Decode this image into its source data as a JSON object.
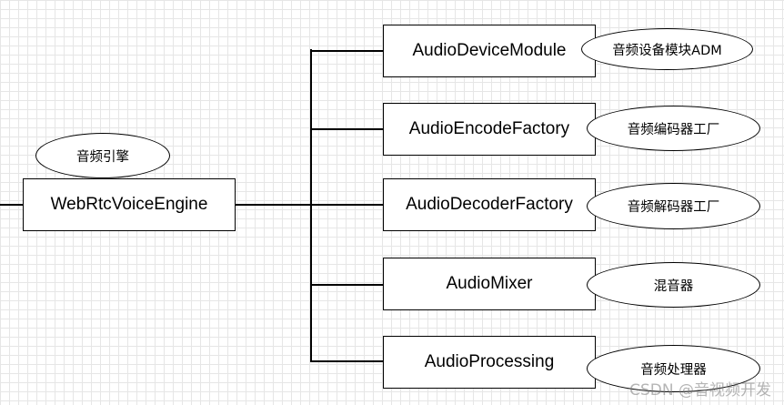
{
  "root": {
    "label": "WebRtcVoiceEngine",
    "annotation": "音频引擎"
  },
  "modules": [
    {
      "label": "AudioDeviceModule",
      "annotation": "音频设备模块ADM"
    },
    {
      "label": "AudioEncodeFactory",
      "annotation": "音频编码器工厂"
    },
    {
      "label": "AudioDecoderFactory",
      "annotation": "音频解码器工厂"
    },
    {
      "label": "AudioMixer",
      "annotation": "混音器"
    },
    {
      "label": "AudioProcessing",
      "annotation": "音频处理器"
    }
  ],
  "watermark": "CSDN @音视频开发",
  "colors": {
    "stroke": "#000000",
    "grid": "#e6e6e6",
    "fill": "#ffffff"
  }
}
